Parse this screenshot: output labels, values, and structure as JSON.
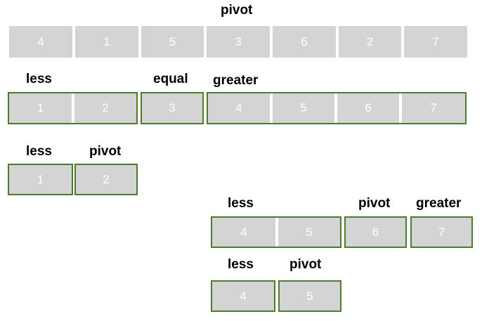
{
  "row1": {
    "label": "pivot",
    "cells": [
      "4",
      "1",
      "5",
      "3",
      "6",
      "2",
      "7"
    ]
  },
  "row2": {
    "labels": {
      "less": "less",
      "equal": "equal",
      "greater": "greater"
    },
    "less": [
      "1",
      "2"
    ],
    "equal": [
      "3"
    ],
    "greater": [
      "4",
      "5",
      "6",
      "7"
    ]
  },
  "row3": {
    "labels": {
      "less": "less",
      "pivot": "pivot"
    },
    "less": [
      "1"
    ],
    "pivot": [
      "2"
    ]
  },
  "row4": {
    "labels": {
      "less": "less",
      "pivot": "pivot",
      "greater": "greater"
    },
    "less": [
      "4",
      "5"
    ],
    "pivot": [
      "6"
    ],
    "greater": [
      "7"
    ]
  },
  "row5": {
    "labels": {
      "less": "less",
      "pivot": "pivot"
    },
    "less": [
      "4"
    ],
    "pivot": [
      "5"
    ]
  },
  "colors": {
    "cell_fill": "#d4d4d4",
    "group_border": "#4e7a2e",
    "cell_text": "#ffffff"
  }
}
